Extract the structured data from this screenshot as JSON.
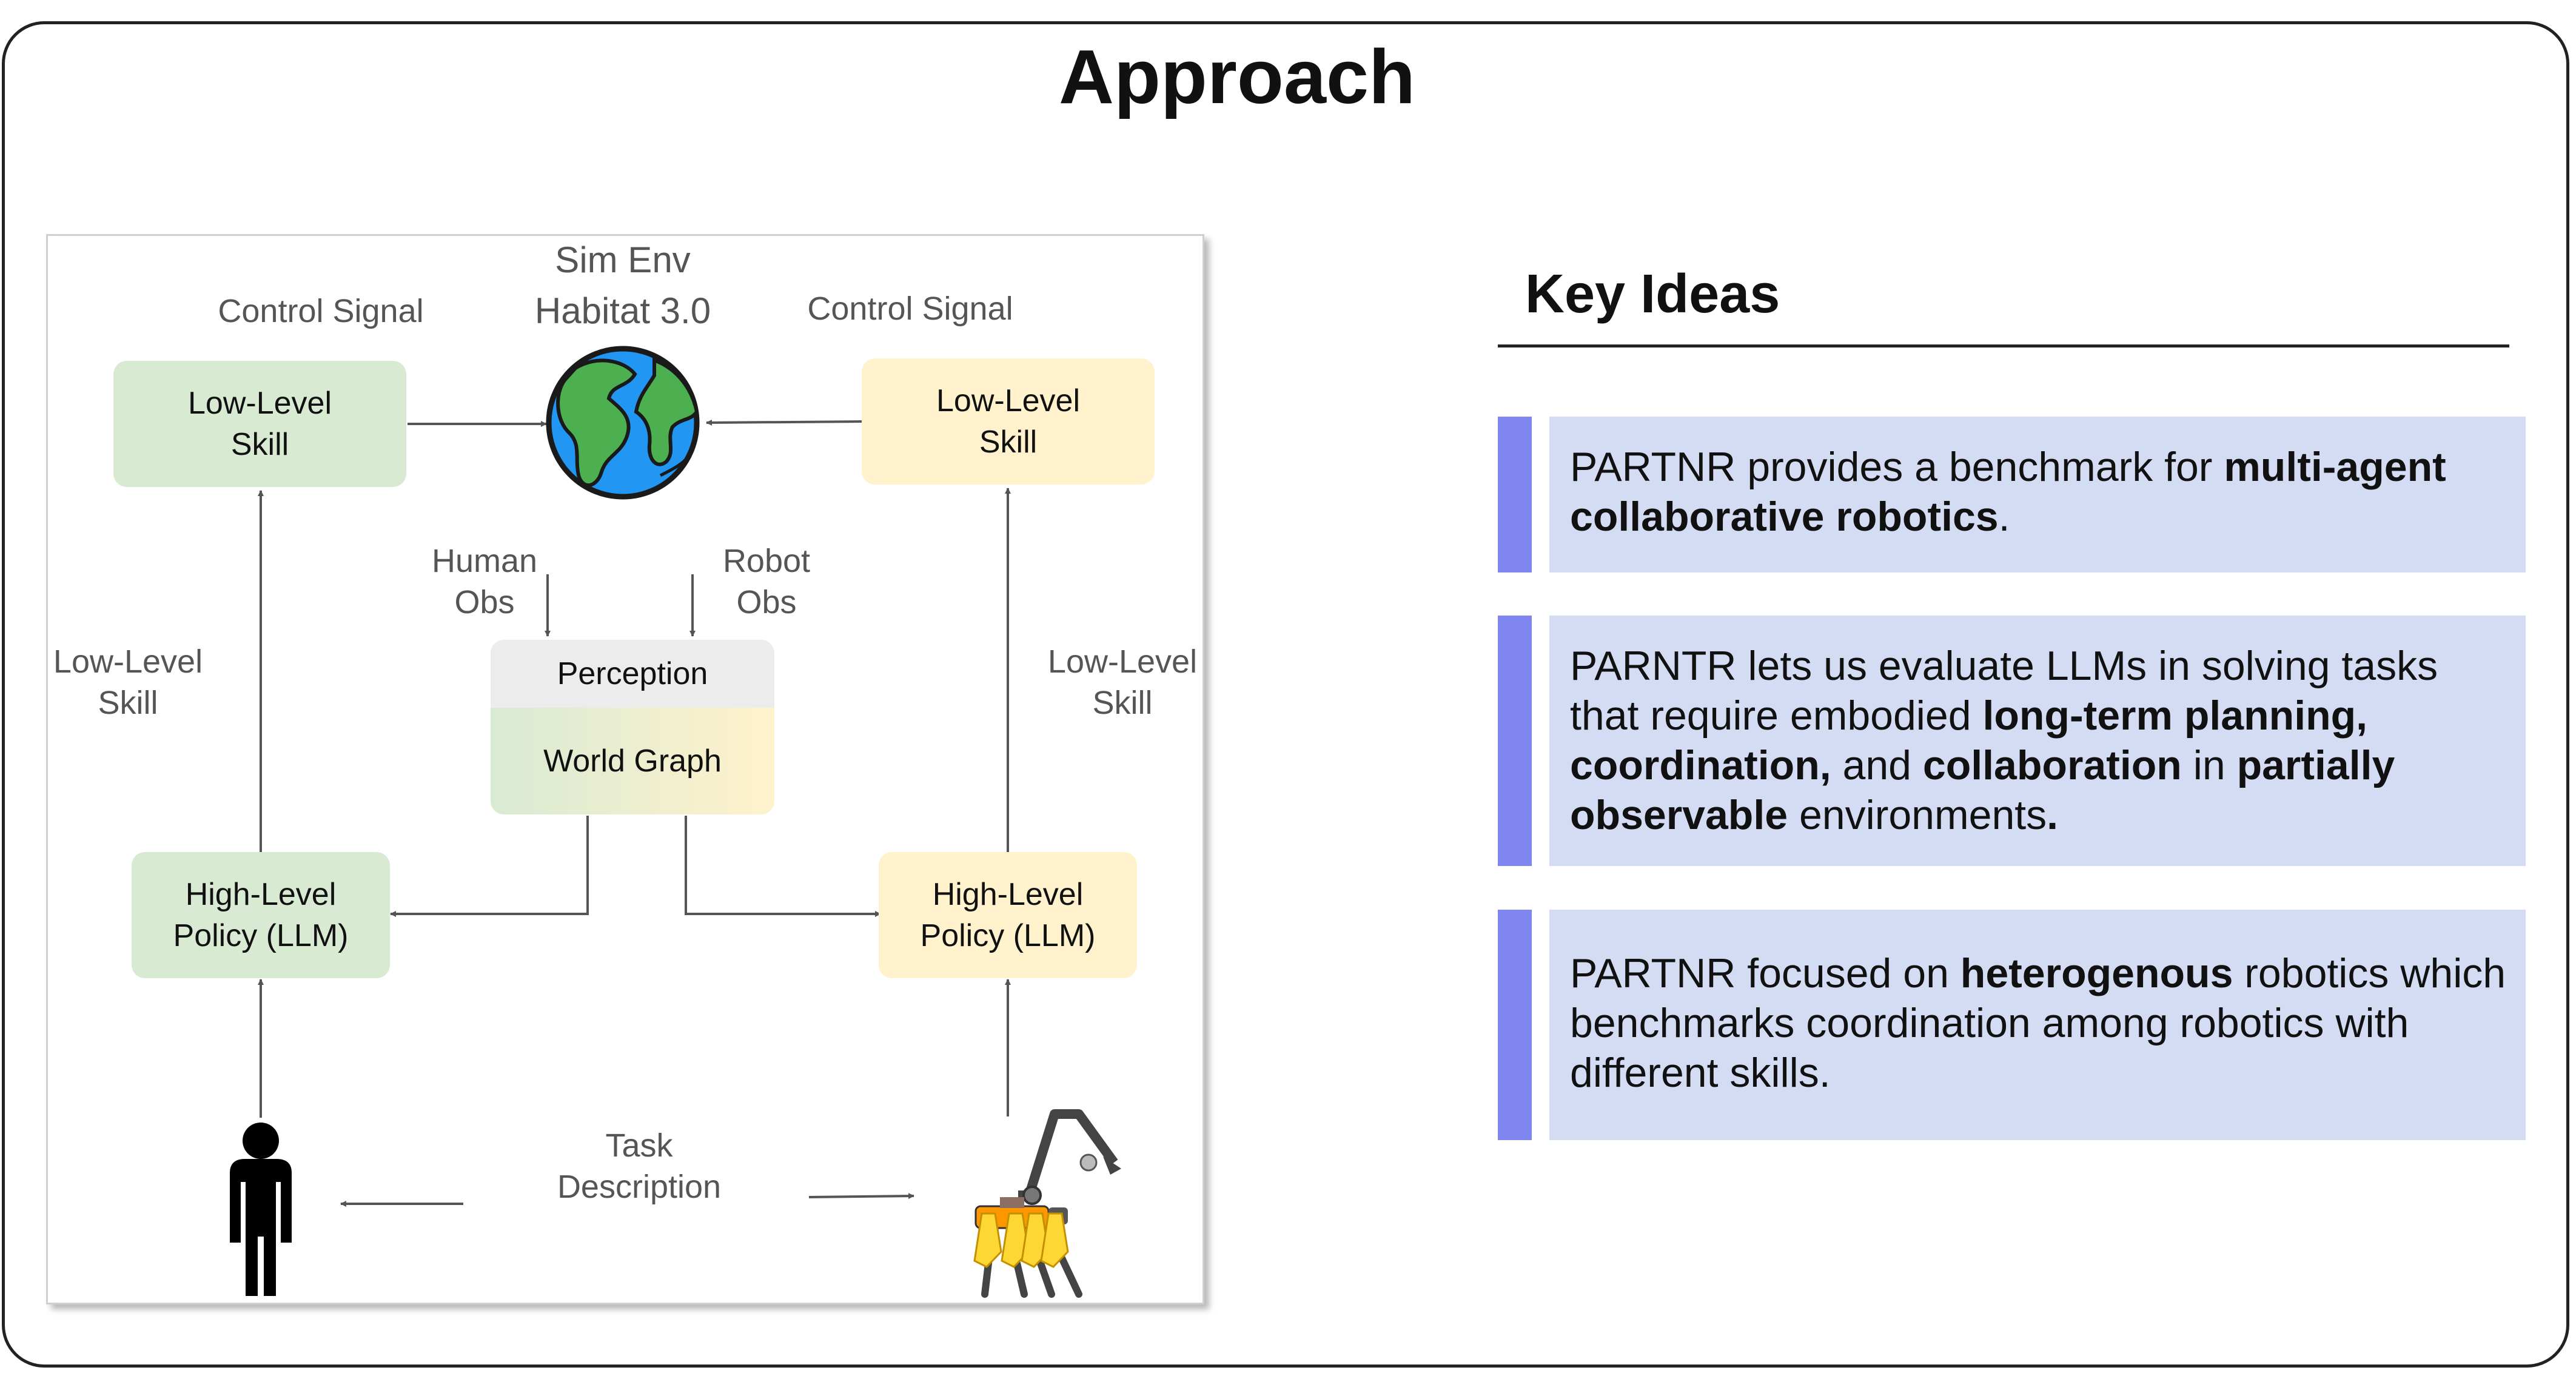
{
  "title": "Approach",
  "diagram": {
    "sim_env": "Sim Env\nHabitat 3.0",
    "control_signal_left": "Control Signal",
    "control_signal_right": "Control Signal",
    "low_level_skill_left": "Low-Level\nSkill",
    "low_level_skill_right": "Low-Level\nSkill",
    "low_level_skill_edge_left": "Low-Level\nSkill",
    "low_level_skill_edge_right": "Low-Level\nSkill",
    "human_obs": "Human\nObs",
    "robot_obs": "Robot\nObs",
    "perception": "Perception",
    "world_graph": "World Graph",
    "high_level_policy_left": "High-Level\nPolicy (LLM)",
    "high_level_policy_right": "High-Level\nPolicy (LLM)",
    "task_description": "Task\nDescription",
    "colors": {
      "human_side": "#d9ead3",
      "robot_side": "#fff2cc",
      "perception": "#ececec",
      "arrow": "#555555"
    },
    "icons": [
      "earth-globe-icon",
      "human-figure-icon",
      "quadruped-robot-icon"
    ]
  },
  "key_ideas": {
    "heading": "Key Ideas",
    "accent_color": "#7f86f0",
    "card_color": "#d3dcf3",
    "cards": [
      {
        "parts": [
          {
            "text": "PARTNR provides a benchmark for ",
            "bold": false
          },
          {
            "text": "multi-agent collaborative robotics",
            "bold": true
          },
          {
            "text": ".",
            "bold": false
          }
        ]
      },
      {
        "parts": [
          {
            "text": "PARNTR lets us evaluate LLMs in solving tasks that require embodied ",
            "bold": false
          },
          {
            "text": "long-term planning, coordination,",
            "bold": true
          },
          {
            "text": " and ",
            "bold": false
          },
          {
            "text": "collaboration",
            "bold": true
          },
          {
            "text": " in ",
            "bold": false
          },
          {
            "text": "partially observable",
            "bold": true
          },
          {
            "text": " environments",
            "bold": false
          },
          {
            "text": ".",
            "bold": true
          }
        ]
      },
      {
        "parts": [
          {
            "text": "PARTNR focused on ",
            "bold": false
          },
          {
            "text": "heterogenous",
            "bold": true
          },
          {
            "text": " robotics which benchmarks coordination among robotics with different skills.",
            "bold": false
          }
        ]
      }
    ]
  }
}
